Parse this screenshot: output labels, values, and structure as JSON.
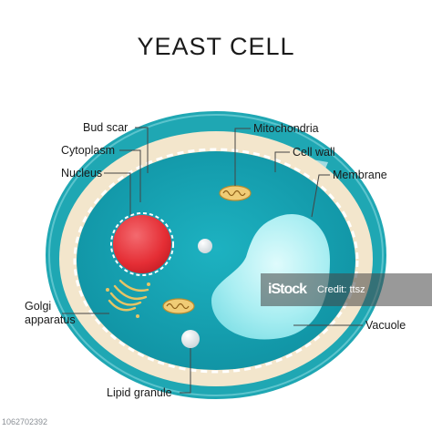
{
  "diagram": {
    "title": "YEAST CELL",
    "labels": {
      "bud_scar": "Bud scar",
      "cytoplasm": "Cytoplasm",
      "nucleus": "Nucleus",
      "mitochondria": "Mitochondria",
      "cell_wall": "Cell wall",
      "membrane": "Membrane",
      "golgi_line1": "Golgi",
      "golgi_line2": "apparatus",
      "vacuole": "Vacuole",
      "lipid_granule": "Lipid granule"
    },
    "colors": {
      "cell_wall_outer": "#1fa7b3",
      "cell_wall_inner": "#f3e6cc",
      "cytoplasm": "#15a0b0",
      "nucleus": "#e52e35",
      "vacuole": "#a9eef2",
      "mitochondria": "#f0cc76",
      "golgi": "#e7c465",
      "bud_scar": "#cfecf0",
      "leader_line": "#444444"
    }
  },
  "watermark": {
    "logo": "iStock",
    "credit": "Credit: ttsz"
  },
  "stock_id": "1062702392"
}
